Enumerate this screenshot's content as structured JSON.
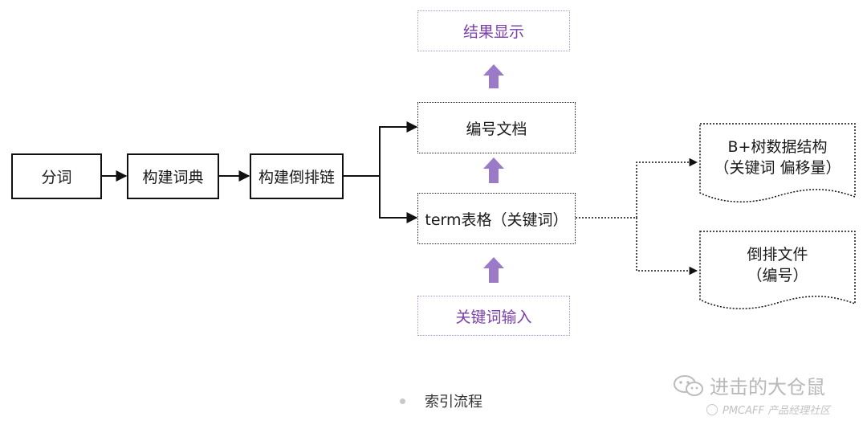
{
  "diagram": {
    "nodes": {
      "segment": "分词",
      "build_dict": "构建词典",
      "build_inverted": "构建倒排链",
      "result_display": "结果显示",
      "doc_number": "编号文档",
      "term_table": "term表格（关键词）",
      "keyword_input": "关键词输入",
      "bplus_line1": "B+树数据结构",
      "bplus_line2": "（关键词 偏移量）",
      "inverted_file_line1": "倒排文件",
      "inverted_file_line2": "（编号）"
    },
    "colors": {
      "line": "#111111",
      "accent_purple": "#9b7bc7",
      "purple_text": "#7a3fa6"
    }
  },
  "caption": "索引流程",
  "watermark": {
    "main": "进击的大仓鼠",
    "sub": "PMCAFF 产品经理社区"
  }
}
